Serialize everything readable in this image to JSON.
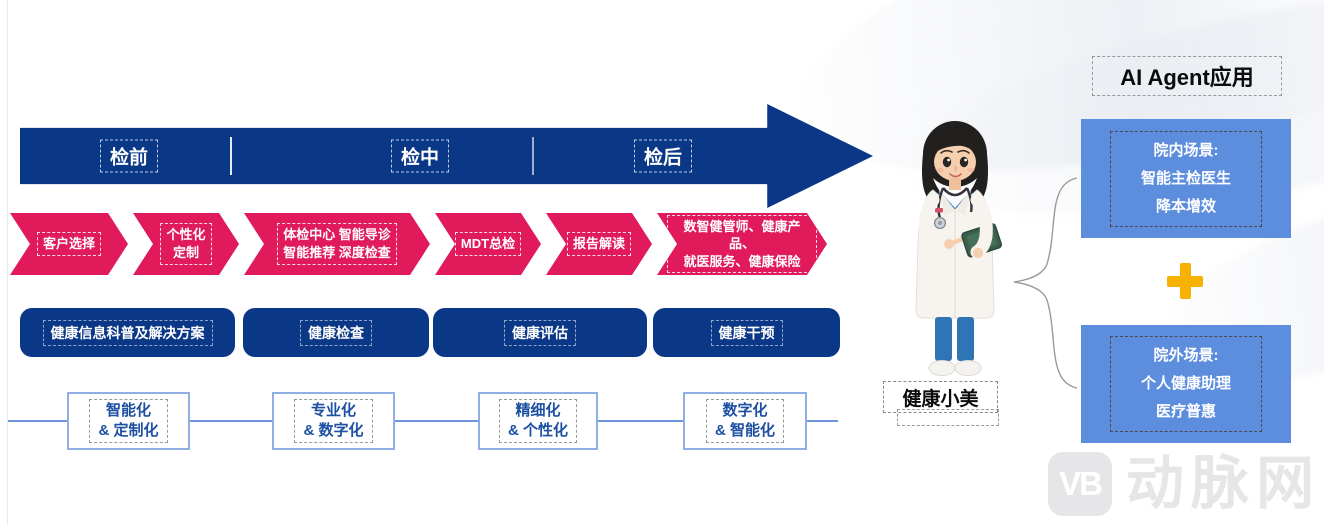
{
  "banner": {
    "phases": [
      {
        "label": "检前"
      },
      {
        "label": "检中"
      },
      {
        "label": "检后"
      }
    ]
  },
  "steps": [
    {
      "label": "客户选择"
    },
    {
      "label": "个性化\n定制"
    },
    {
      "label": "体检中心 智能导诊\n智能推荐 深度检查"
    },
    {
      "label": "MDT总检"
    },
    {
      "label": "报告解读"
    },
    {
      "label": "数智健管师、健康产品、\n就医服务、健康保险"
    }
  ],
  "stages": [
    {
      "label": "健康信息科普及解决方案"
    },
    {
      "label": "健康检查"
    },
    {
      "label": "健康评估"
    },
    {
      "label": "健康干预"
    }
  ],
  "features": [
    {
      "label": "智能化\n& 定制化"
    },
    {
      "label": "专业化\n& 数字化"
    },
    {
      "label": "精细化\n& 个性化"
    },
    {
      "label": "数字化\n& 智能化"
    }
  ],
  "agent": {
    "title": "AI Agent应用",
    "character_name": "健康小美",
    "scenarios": [
      {
        "line1": "院内场景:",
        "line2": "智能主检医生",
        "line3": "降本增效"
      },
      {
        "line1": "院外场景:",
        "line2": "个人健康助理",
        "line3": "医疗普惠"
      }
    ]
  },
  "watermark": {
    "logo_text": "VB",
    "brand_text": "动脉网"
  },
  "icons": {
    "plus_icon": "plus",
    "doctor_character": "3d-female-doctor-holding-tablet",
    "brace_icon": "left-pointing-curly-brace"
  },
  "colors": {
    "navy": "#0A3786",
    "pink": "#E01A5B",
    "scenario_blue": "#5D8EDE",
    "plus_yellow": "#F7B100",
    "feature_text_blue": "#1D50A2",
    "connector_blue": "#6E96DC",
    "watermark_gray": "#E6E6E9"
  }
}
